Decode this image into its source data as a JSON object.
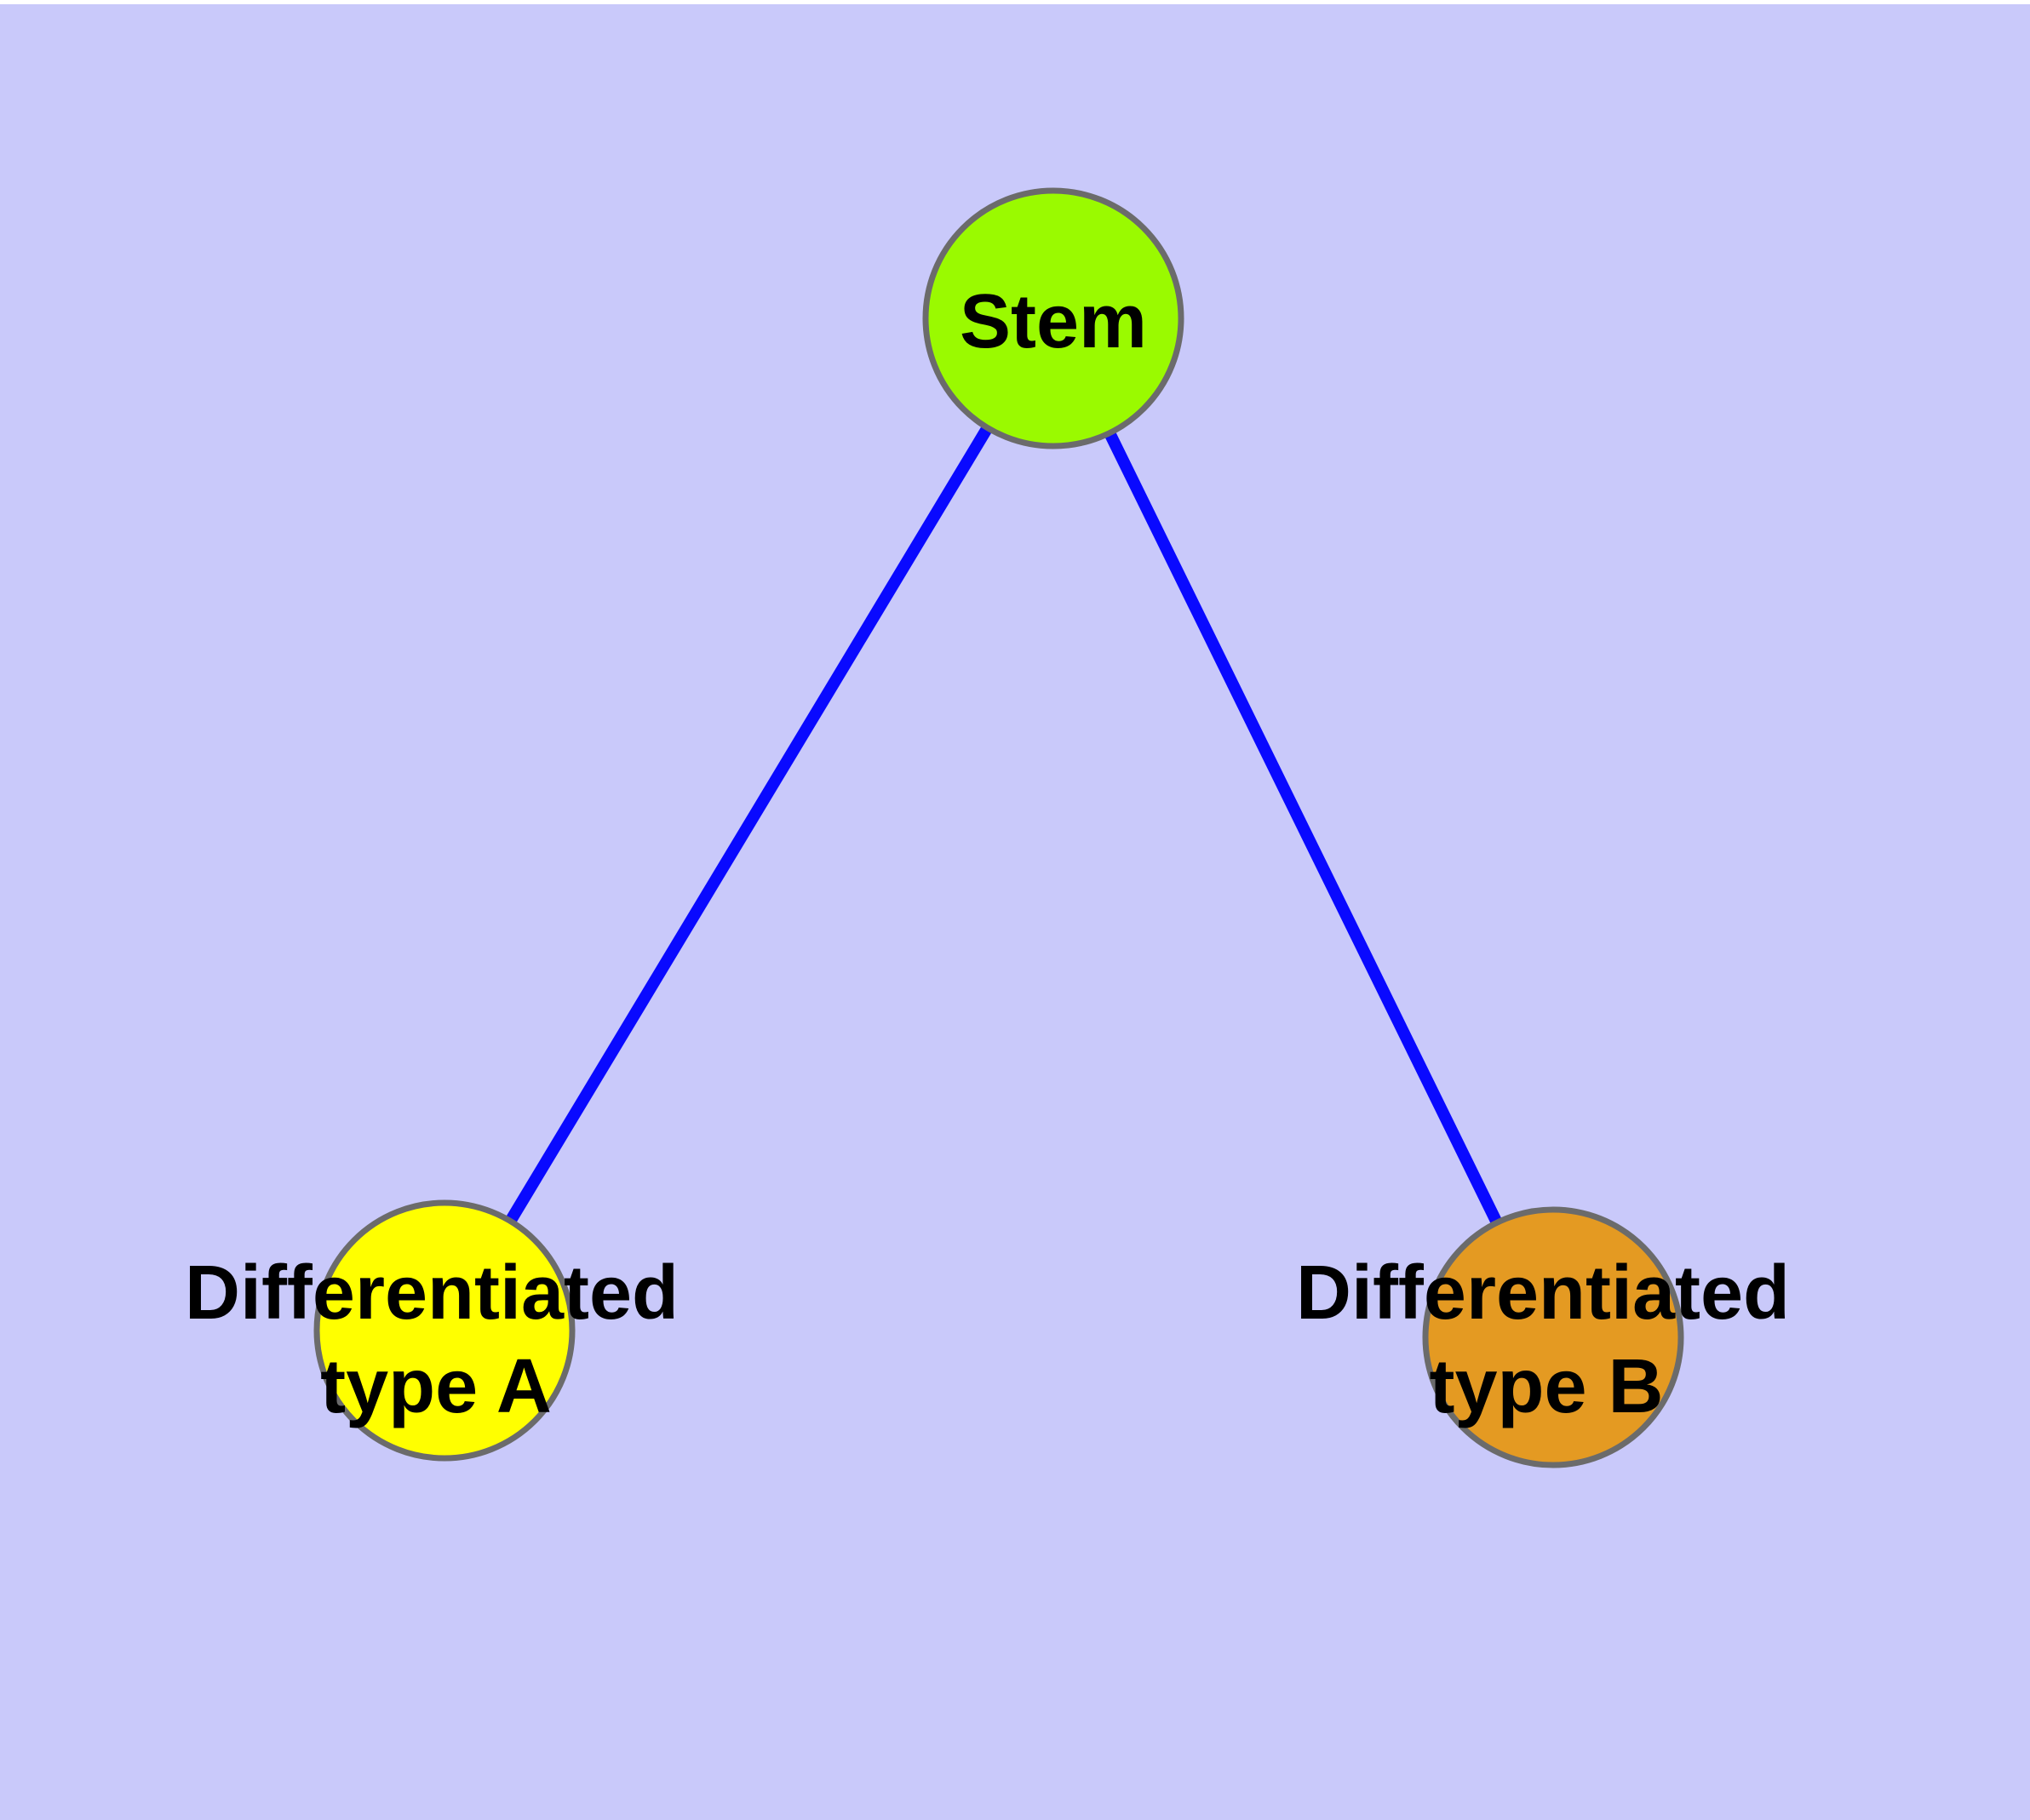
{
  "figure": {
    "background_color": "#c9c9fa",
    "top_margin_color": "#ffffff"
  },
  "graph": {
    "edge_color": "#0909ff",
    "node_border_color": "#6b6b6b",
    "label_color": "#000000",
    "nodes": {
      "stem": {
        "label": "Stem",
        "fill": "#9afa00"
      },
      "type_a": {
        "label_line1": "Differentiated",
        "label_line2": "type A",
        "fill": "#ffff00"
      },
      "type_b": {
        "label_line1": "Differentiated",
        "label_line2": "type B",
        "fill": "#e49a22"
      }
    },
    "edges": [
      {
        "from": "Stem",
        "to": "Differentiated type A"
      },
      {
        "from": "Stem",
        "to": "Differentiated type B"
      }
    ]
  }
}
